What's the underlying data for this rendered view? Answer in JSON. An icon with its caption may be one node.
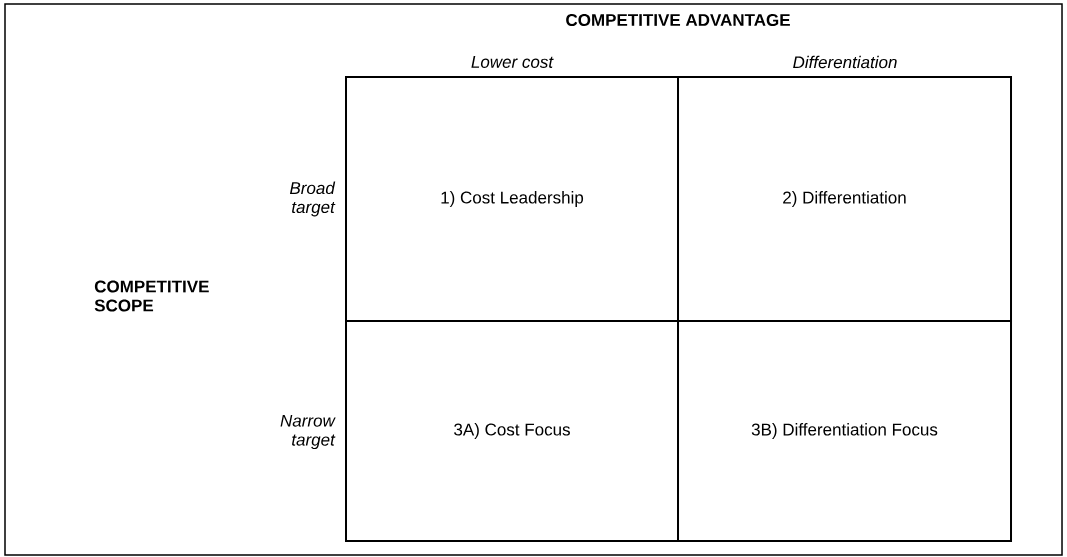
{
  "diagram": {
    "title": "COMPETITIVE ADVANTAGE",
    "nodes": [
      {
        "text": [
          "1) Cost Leadership"
        ]
      },
      {
        "text": [
          "2) Differentiation"
        ]
      },
      {
        "text": [
          "3A) Cost Focus"
        ]
      },
      {
        "text": [
          "3B) Differentiation Focus"
        ]
      }
    ],
    "labels": [
      "Lower cost",
      "Differentiation",
      "Broad target",
      "COMPETITIVE SCOPE",
      "Narrow target"
    ]
  }
}
